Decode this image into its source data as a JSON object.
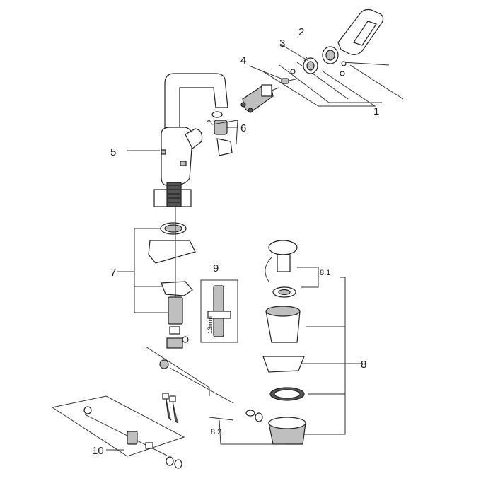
{
  "callouts": {
    "c1": "1",
    "c2": "2",
    "c3": "3",
    "c4": "4",
    "c5": "5",
    "c6": "6",
    "c7": "7",
    "c8": "8",
    "c8_1": "8.1",
    "c8_2": "8.2",
    "c9": "9",
    "c10": "10",
    "tool_size": "13mm"
  }
}
